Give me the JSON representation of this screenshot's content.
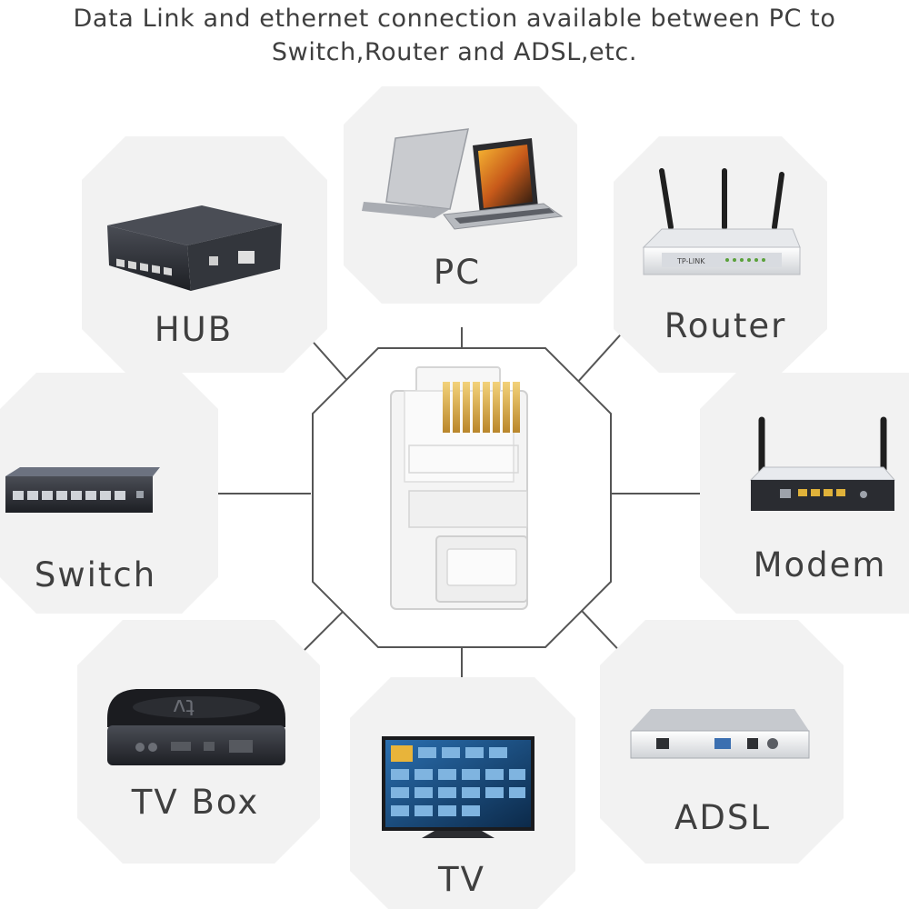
{
  "headline": {
    "line1": "Data Link and ethernet connection available between PC to",
    "line2": "Switch,Router and ADSL,etc."
  },
  "center": {
    "name": "rj45-connector"
  },
  "devices": [
    {
      "key": "pc",
      "label": "PC"
    },
    {
      "key": "hub",
      "label": "HUB"
    },
    {
      "key": "router",
      "label": "Router"
    },
    {
      "key": "switch",
      "label": "Switch"
    },
    {
      "key": "modem",
      "label": "Modem"
    },
    {
      "key": "tvbox",
      "label": "TV Box"
    },
    {
      "key": "tv",
      "label": "TV"
    },
    {
      "key": "adsl",
      "label": "ADSL"
    }
  ],
  "router_brand": "TP-LINK",
  "tvbox_logo": "tv",
  "colors": {
    "octagon_fill": "#f2f2f2",
    "connector_line": "#555555",
    "text": "#3f3f3f",
    "gold": "#d9a93b"
  }
}
